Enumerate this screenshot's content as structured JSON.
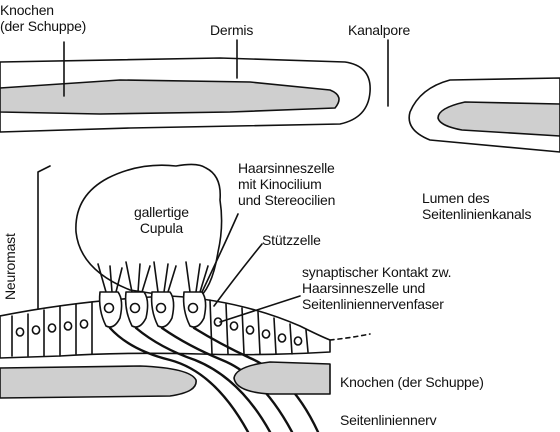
{
  "colors": {
    "background": "#ffffff",
    "line": "#111111",
    "bone_fill": "#cfcfcf",
    "dermis_fill": "#ffffff"
  },
  "labels": {
    "knochen_top": "Knochen\n(der Schuppe)",
    "dermis": "Dermis",
    "kanalpore": "Kanalpore",
    "haarsinneszelle": "Haarsinneszelle\nmit Kinocilium\nund Stereocilien",
    "gallertige_cupula": "gallertige\nCupula",
    "lumen": "Lumen des\nSeitenlinienkanals",
    "neuromast": "Neuromast",
    "stuetzzelle": "Stützzelle",
    "synaptischer_kontakt": "synaptischer Kontakt zw.\nHaarsinneszelle und\nSeitenliniennervenfaser",
    "knochen_bottom": "Knochen (der Schuppe)",
    "seitenliniennerv": "Seitenliniennerv"
  }
}
